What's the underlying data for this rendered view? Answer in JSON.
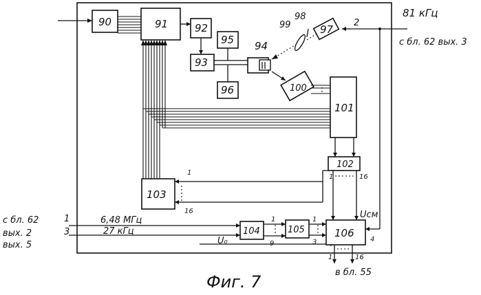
{
  "blocks": {
    "b90": "90",
    "b91": "91",
    "b92": "92",
    "b93": "93",
    "b94": "94",
    "b95": "95",
    "b96": "96",
    "b97": "97",
    "b98": "98",
    "b99": "99",
    "b100": "100",
    "b101": "101",
    "b102": "102",
    "b103": "103",
    "b104": "104",
    "b105": "105",
    "b106": "106"
  },
  "labels": {
    "freq_81": "81 кГц",
    "from_62_3": "с бл. 62 вых. 3",
    "in_2": "2",
    "from_62": "с бл. 62",
    "out_2": "вых. 2",
    "out_5": "вых. 5",
    "n1_left": "1",
    "n3_left": "3",
    "freq_648": "6,48 МГц",
    "freq_27": "27 кГц",
    "u0": "U₀",
    "ucm": "Uсм",
    "n1_103": "1",
    "n16_103": "16",
    "n1_102": "1",
    "n16_102": "16",
    "n1_104": "1",
    "n9_104": "9",
    "n1_105": "1",
    "n3_105": "3",
    "n4_106": "4",
    "n1_out": "1",
    "n16_out": "16",
    "to_55": "в бл. 55",
    "caption": "Фиг. 7"
  }
}
